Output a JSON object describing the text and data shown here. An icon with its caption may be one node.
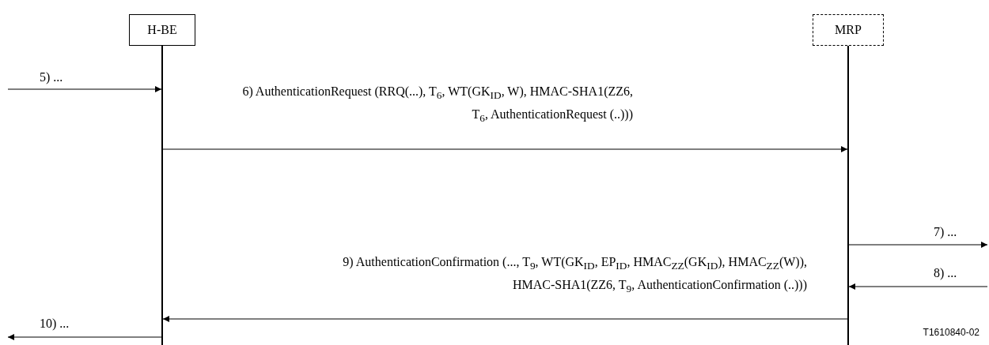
{
  "diagram": {
    "nodes": [
      {
        "text": [
          "H-BE"
        ]
      },
      {
        "text": [
          "MRP"
        ]
      },
      {
        "text": [],
        "shape": "bar"
      },
      {
        "text": [],
        "shape": "bar"
      }
    ],
    "edges": [
      {
        "from": null,
        "to": 2,
        "arrow": "to",
        "label": "5) ..."
      },
      {
        "from": 2,
        "to": 3,
        "arrow": "to",
        "label": "6) AuthenticationRequest (RRQ(...), T$_{6}$, WT(GK$_{ID}$, W), HMAC-SHA1(ZZ6, T$_{6}$, AuthenticationRequest (..)))"
      },
      {
        "from": 3,
        "to": null,
        "arrow": "to",
        "label": "7) ..."
      },
      {
        "from": null,
        "to": 3,
        "arrow": "to",
        "label": "8) ..."
      },
      {
        "from": 3,
        "to": 2,
        "arrow": "to",
        "label": "9) AuthenticationConfirmation (..., T$_{9}$, WT(GK$_{ID}$, EP$_{ID}$, HMAC$_{ZZ}$(GK$_{ID}$), HMAC$_{ZZ}$(W)), HMAC-SHA1(ZZ6, T$_{9}$, AuthenticationConfirmation (..)))"
      },
      {
        "from": 2,
        "to": null,
        "arrow": "to",
        "label": "10) ..."
      }
    ],
    "labels": [
      "T1610840-02"
    ]
  }
}
